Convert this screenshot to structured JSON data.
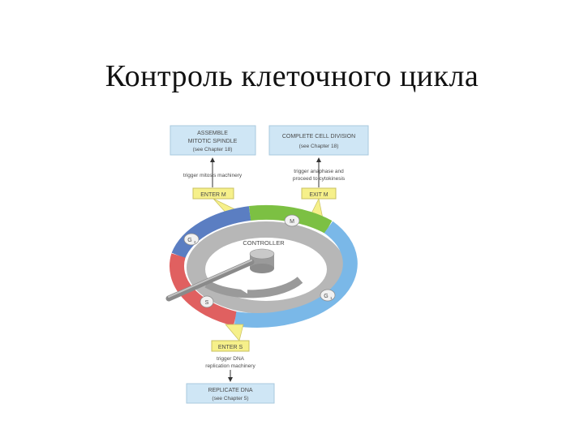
{
  "slide": {
    "title": "Контроль клеточного цикла"
  },
  "diagram": {
    "boxes": {
      "assemble": {
        "line1": "ASSEMBLE",
        "line2": "MITOTIC SPINDLE",
        "line3": "(see Chapter 18)"
      },
      "complete": {
        "line1": "COMPLETE CELL DIVISION",
        "line2": "(see Chapter 18)"
      },
      "replicate": {
        "line1": "REPLICATE DNA",
        "line2": "(see Chapter 5)"
      }
    },
    "triggers": {
      "mitosis": "trigger mitosis machinery",
      "anaphase_1": "trigger anaphase and",
      "anaphase_2": "proceed to cytokinesis",
      "dna_1": "trigger DNA",
      "dna_2": "replication machinery"
    },
    "checkpoints": {
      "enter_m": "ENTER M",
      "exit_m": "EXIT M",
      "enter_s": "ENTER S"
    },
    "phases": {
      "m": "M",
      "g2": "G",
      "g2_sub": "2",
      "s": "S",
      "g1": "G",
      "g1_sub": "1"
    },
    "controller": "CONTROLLER",
    "colors": {
      "m_phase": "#7cc043",
      "g2_phase": "#5b7ec2",
      "s_phase": "#e06060",
      "g1_phase": "#7ab8e8",
      "checkpoint_box": "#f6f08a",
      "info_box": "#cfe6f5"
    }
  }
}
